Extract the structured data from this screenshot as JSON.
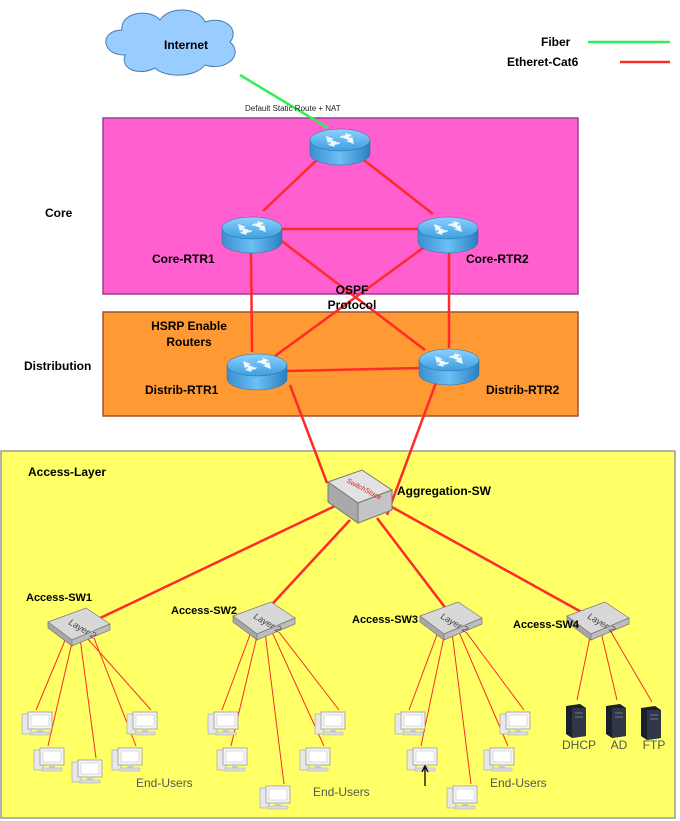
{
  "legend": {
    "fiber_label": "Fiber",
    "fiber_color": "#33ee55",
    "cat6_label": "Etheret-Cat6",
    "cat6_color": "#ff2a2a"
  },
  "cloud": {
    "label": "Internet",
    "color": "#99ccff"
  },
  "wan_link_label": "Default Static Route + NAT",
  "layers": {
    "core": {
      "label": "Core",
      "color": "#ff66cc"
    },
    "distribution": {
      "label": "Distribution",
      "color": "#ff9933"
    },
    "access": {
      "label": "Access-Layer",
      "color": "#ffff66"
    }
  },
  "routers": {
    "edge": "",
    "core1": "Core-RTR1",
    "core2": "Core-RTR2",
    "dist1": "Distrib-RTR1",
    "dist2": "Distrib-RTR2"
  },
  "ospf_label": [
    "OSPF",
    "Protocol"
  ],
  "hsrp_label": [
    "HSRP Enable",
    "Routers"
  ],
  "aggregation_switch": {
    "label": "Aggregation-SW",
    "brand": "SwitchStack"
  },
  "access_switches": [
    {
      "label": "Access-SW1",
      "badge": "Layer 2"
    },
    {
      "label": "Access-SW2",
      "badge": "Layer 2"
    },
    {
      "label": "Access-SW3",
      "badge": "Layer 2"
    },
    {
      "label": "Access-SW4",
      "badge": "Layer 2"
    }
  ],
  "end_users_label": "End-Users",
  "servers": [
    "DHCP",
    "AD",
    "FTP"
  ]
}
